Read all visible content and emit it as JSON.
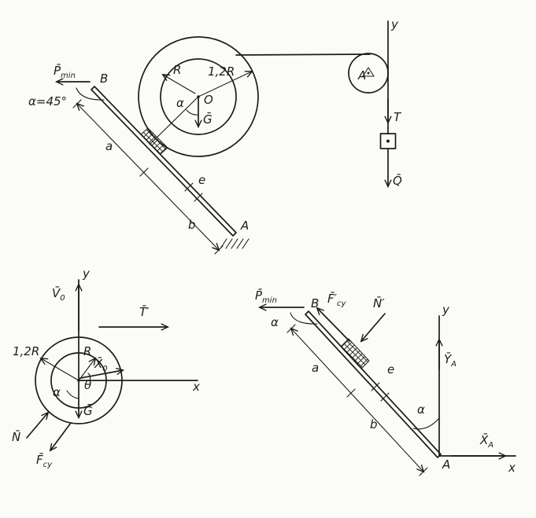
{
  "page": {
    "paper_color": "#fbfbf8",
    "ink_color": "#1c1c1c"
  },
  "fig_system": {
    "pmin_main": "P̄",
    "pmin_sub": "min",
    "point_b": "B",
    "alpha_eq": "α=45°",
    "dim_a": "a",
    "dim_e": "e",
    "dim_b": "b",
    "radius_r": "R",
    "radius_12r": "1,2R",
    "center_o": "O",
    "alpha": "α",
    "weight_g": "Ḡ",
    "axis_y": "y",
    "pulley_a": "A",
    "tension_t": "T",
    "load_q": "Q̄",
    "support_a": "A"
  },
  "fig_drum": {
    "axis_y": "y",
    "axis_x": "x",
    "v0_main": "V̄",
    "v0_sub": "0",
    "t_prime": "T̄′",
    "radius_12r": "1,2R",
    "radius_r": "R",
    "x0_main": "X̄",
    "x0_sub": "0",
    "theta": "θ",
    "alpha": "α",
    "weight_g": "Ḡ",
    "normal_n": "N̄",
    "fric_main": "F̄",
    "fric_sub": "cy"
  },
  "fig_beam": {
    "pmin_main": "P̄",
    "pmin_sub": "min",
    "point_b": "B",
    "alpha_b": "α",
    "fric_main": "F̄′",
    "fric_sub": "cy",
    "normal_n_prime": "N̄′",
    "dim_a": "a",
    "dim_e": "e",
    "dim_b": "b",
    "axis_y": "y",
    "axis_x": "x",
    "ya_main": "Ȳ",
    "ya_sub": "A",
    "xa_main": "X̄",
    "xa_sub": "A",
    "alpha_a": "α",
    "point_a": "A"
  }
}
